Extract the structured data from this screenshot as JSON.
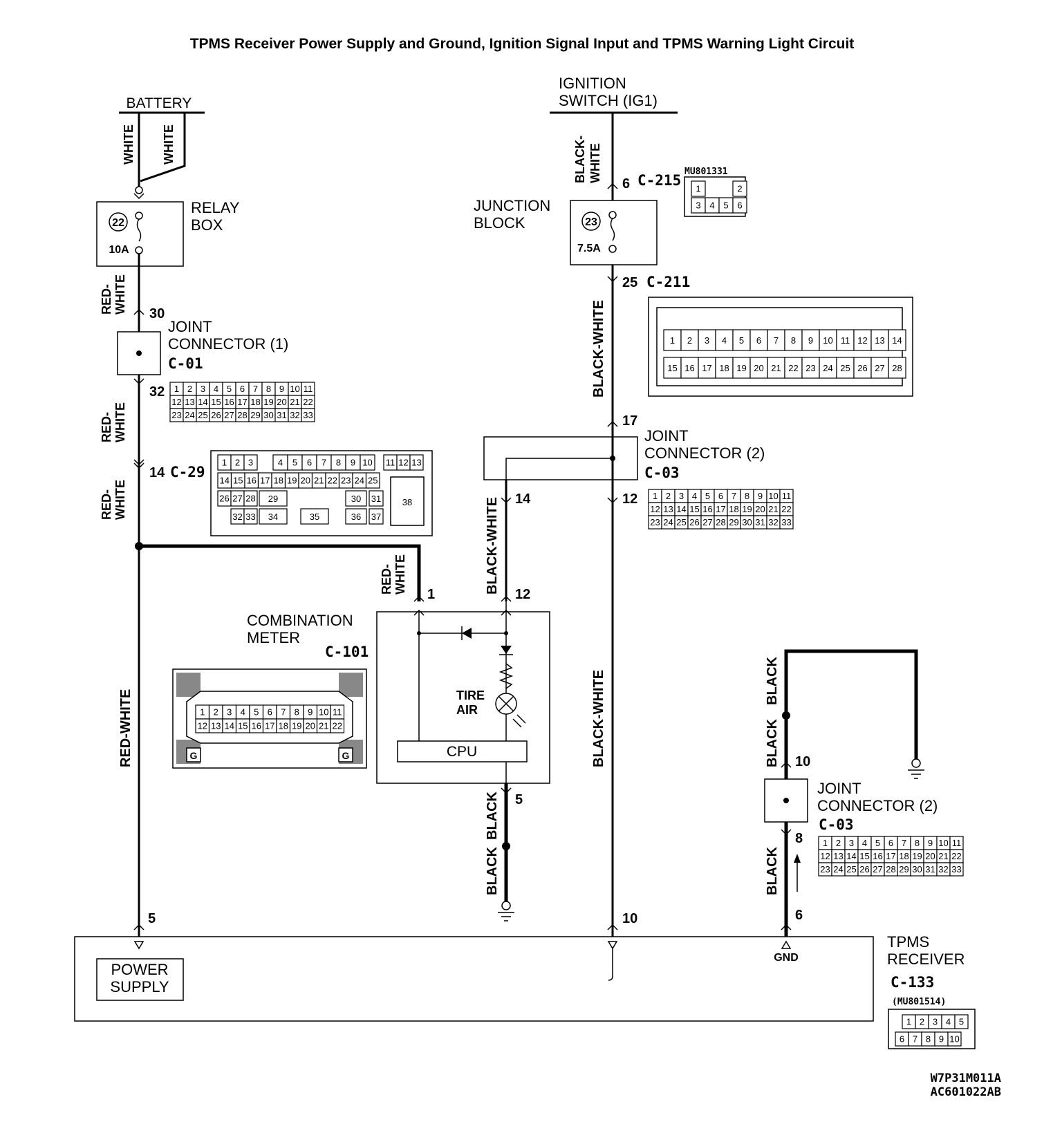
{
  "title": "TPMS Receiver Power Supply and Ground, Ignition Signal Input and TPMS Warning Light Circuit",
  "codes": [
    "W7P31M011A",
    "AC601022AB"
  ],
  "battery": {
    "label": "BATTERY",
    "wire1": "WHITE",
    "wire2": "WHITE"
  },
  "relay_box": {
    "label_line1": "RELAY",
    "label_line2": "BOX",
    "fuse_no": "22",
    "fuse_rating": "10A"
  },
  "ignition": {
    "label_line1": "IGNITION",
    "label_line2": "SWITCH (IG1)"
  },
  "junction_block": {
    "label_line1": "JUNCTION",
    "label_line2": "BLOCK",
    "fuse_no": "23",
    "fuse_rating": "7.5A"
  },
  "c215": {
    "pin": "6",
    "name": "C-215",
    "part": "MU801331",
    "pins_top": [
      "1",
      "",
      "2"
    ],
    "pins_bottom": [
      "3",
      "4",
      "5",
      "6"
    ]
  },
  "c211": {
    "pin": "25",
    "name": "C-211",
    "pins_top": [
      "1",
      "2",
      "3",
      "4",
      "5",
      "6",
      "7",
      "8",
      "9",
      "10",
      "11",
      "12",
      "13",
      "14"
    ],
    "pins_bottom": [
      "15",
      "16",
      "17",
      "18",
      "19",
      "20",
      "21",
      "22",
      "23",
      "24",
      "25",
      "26",
      "27",
      "28"
    ]
  },
  "jc1": {
    "label_line1": "JOINT",
    "label_line2": "CONNECTOR (1)",
    "name": "C-01",
    "pin_in": "30",
    "pin_out": "32"
  },
  "c29": {
    "pin": "14",
    "name": "C-29"
  },
  "jc2_upper": {
    "label_line1": "JOINT",
    "label_line2": "CONNECTOR (2)",
    "name": "C-03",
    "pin_in": "17",
    "pin_out_left": "14",
    "pin_out_right": "12"
  },
  "jc2_lower": {
    "label_line1": "JOINT",
    "label_line2": "CONNECTOR (2)",
    "name": "C-03",
    "pin_in": "10",
    "pin_out": "8"
  },
  "pin_grid_33": {
    "row1": [
      "1",
      "2",
      "3",
      "4",
      "5",
      "6",
      "7",
      "8",
      "9",
      "10",
      "11"
    ],
    "row2": [
      "12",
      "13",
      "14",
      "15",
      "16",
      "17",
      "18",
      "19",
      "20",
      "21",
      "22"
    ],
    "row3": [
      "23",
      "24",
      "25",
      "26",
      "27",
      "28",
      "29",
      "30",
      "31",
      "32",
      "33"
    ]
  },
  "c29_grid": {
    "row1": [
      "1",
      "2",
      "3",
      "4",
      "5",
      "6",
      "7",
      "8",
      "9",
      "10",
      "11",
      "12",
      "13"
    ],
    "row2": [
      "14",
      "15",
      "16",
      "17",
      "18",
      "19",
      "20",
      "21",
      "22",
      "23",
      "24",
      "25"
    ],
    "row3": [
      "26",
      "27",
      "28",
      "29",
      "30",
      "31"
    ],
    "row4": [
      "32",
      "33",
      "34",
      "35",
      "36",
      "37"
    ],
    "big": "38"
  },
  "combination_meter": {
    "label_line1": "COMBINATION",
    "label_line2": "METER",
    "name": "C-101",
    "pin1": "1",
    "pin12": "12",
    "pin5": "5",
    "lamp_line1": "TIRE",
    "lamp_line2": "AIR",
    "cpu": "CPU",
    "row1": [
      "1",
      "2",
      "3",
      "4",
      "5",
      "6",
      "7",
      "8",
      "9",
      "10",
      "11"
    ],
    "row2": [
      "12",
      "13",
      "14",
      "15",
      "16",
      "17",
      "18",
      "19",
      "20",
      "21",
      "22"
    ],
    "g": "G"
  },
  "wires": {
    "red_white_split1": "RED-",
    "red_white_split2": "WHITE",
    "red_white": "RED-WHITE",
    "black_white_split1": "BLACK-",
    "black_white_split2": "WHITE",
    "black_white": "BLACK-WHITE",
    "black": "BLACK"
  },
  "tpms": {
    "label_line1": "TPMS",
    "label_line2": "RECEIVER",
    "name": "C-133",
    "part": "(MU801514)",
    "pin5": "5",
    "pin10": "10",
    "pin6": "6",
    "gnd": "GND",
    "power_line1": "POWER",
    "power_line2": "SUPPLY",
    "row1": [
      "1",
      "2",
      "3",
      "4",
      "5"
    ],
    "row2": [
      "6",
      "7",
      "8",
      "9",
      "10"
    ]
  }
}
